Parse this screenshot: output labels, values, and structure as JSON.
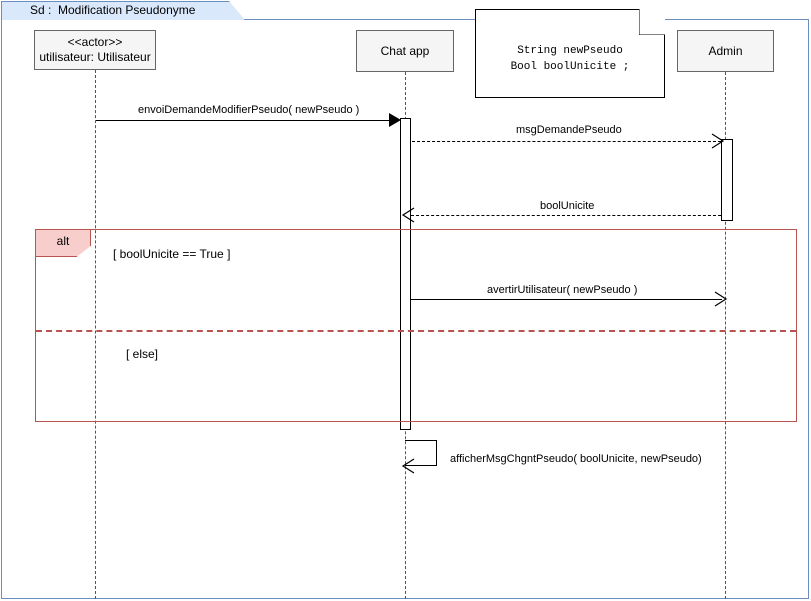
{
  "diagram": {
    "kind": "uml-sequence-diagram",
    "frame_label": "Sd :  Modification Pseudonyme",
    "colors": {
      "frame_border": "#6c8ebf",
      "frame_tab_fill": "#dae8fc",
      "participant_fill": "#f5f5f5",
      "participant_border": "#666666",
      "fragment_border": "#b85450",
      "fragment_tag_fill": "#f8cecc",
      "lifeline": "#555555",
      "message": "#000000"
    }
  },
  "participants": [
    {
      "id": "utilisateur",
      "stereotype": "<<actor>>",
      "label": "utilisateur: Utilisateur"
    },
    {
      "id": "chatapp",
      "stereotype": "",
      "label": "Chat app"
    },
    {
      "id": "admin",
      "stereotype": "",
      "label": "Admin"
    }
  ],
  "note": {
    "line1": "String newPseudo",
    "line2": "Bool boolUnicite ;"
  },
  "messages": [
    {
      "id": "m1",
      "label": "envoiDemandeModifierPseudo( newPseudo )",
      "from": "utilisateur",
      "to": "chatapp",
      "style": "solid",
      "arrowhead": "filled"
    },
    {
      "id": "m2",
      "label": "msgDemandePseudo",
      "from": "chatapp",
      "to": "admin",
      "style": "dashed",
      "arrowhead": "open"
    },
    {
      "id": "m3",
      "label": "boolUnicite",
      "from": "admin",
      "to": "chatapp",
      "style": "dashed",
      "arrowhead": "open"
    },
    {
      "id": "m4",
      "label": "avertirUtilisateur( newPseudo )",
      "from": "chatapp",
      "to": "admin",
      "style": "solid",
      "arrowhead": "open"
    },
    {
      "id": "m5",
      "label": "afficherMsgChgntPseudo( boolUnicite, newPseudo)",
      "from": "chatapp",
      "to": "chatapp",
      "style": "solid",
      "arrowhead": "open"
    }
  ],
  "fragment": {
    "operator": "alt",
    "guards": [
      "[ boolUnicite == True ]",
      "[ else]"
    ]
  }
}
